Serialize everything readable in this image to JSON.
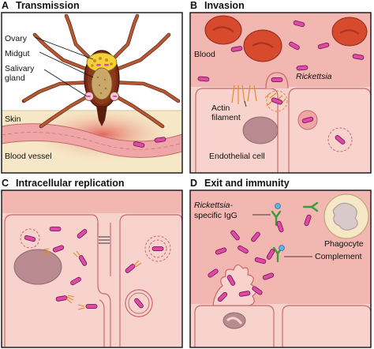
{
  "panels": {
    "a": {
      "letter": "A",
      "title": "Transmission",
      "labels": {
        "ovary": "Ovary",
        "midgut": "Midgut",
        "salivary_1": "Salivary",
        "salivary_2": "gland",
        "skin": "Skin",
        "blood_vessel": "Blood vessel"
      }
    },
    "b": {
      "letter": "B",
      "title": "Invasion",
      "labels": {
        "blood": "Blood",
        "rickettsia": "Rickettsia",
        "actin_1": "Actin",
        "actin_2": "filament",
        "endothelial": "Endothelial cell"
      }
    },
    "c": {
      "letter": "C",
      "title": "Intracellular replication"
    },
    "d": {
      "letter": "D",
      "title": "Exit and immunity",
      "labels": {
        "igg_1": "Rickettsia-",
        "igg_2": "specific IgG",
        "phagocyte": "Phagocyte",
        "complement": "Complement"
      }
    }
  },
  "colors": {
    "tissue": "#f2b7b0",
    "cell": "#f8d3cd",
    "rbc": "#d84a2e",
    "bacterium": "#e04aa6",
    "actin": "#e58a2a",
    "tick_leg": "#a64b2a",
    "midgut": "#c9a86a",
    "ovary": "#f2d23a",
    "antibody": "#3d9a3d",
    "complement": "#5fb6e6",
    "skin": "#f6e7c6"
  }
}
